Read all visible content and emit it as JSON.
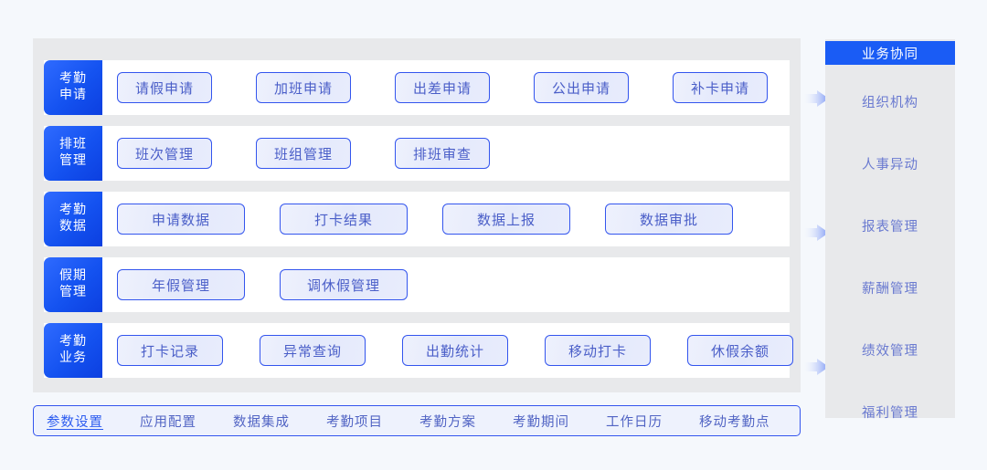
{
  "colors": {
    "page_background": "#f5f8fc",
    "panel_background": "#e8e9eb",
    "row_background": "#ffffff",
    "accent_blue": "#1a5cf5",
    "tag_gradient_from": "#2f6bff",
    "tag_gradient_to": "#0c3fe0",
    "button_border": "#3355ee",
    "button_text": "#4a5ec8",
    "sidebar_text": "#6a7ad0"
  },
  "main_panel": {
    "rows": [
      {
        "category_line1": "考勤",
        "category_line2": "申请",
        "items": [
          "请假申请",
          "加班申请",
          "出差申请",
          "公出申请",
          "补卡申请"
        ]
      },
      {
        "category_line1": "排班",
        "category_line2": "管理",
        "items": [
          "班次管理",
          "班组管理",
          "排班审查"
        ]
      },
      {
        "category_line1": "考勤",
        "category_line2": "数据",
        "items": [
          "申请数据",
          "打卡结果",
          "数据上报",
          "数据审批"
        ]
      },
      {
        "category_line1": "假期",
        "category_line2": "管理",
        "items": [
          "年假管理",
          "调休假管理"
        ]
      },
      {
        "category_line1": "考勤",
        "category_line2": "业务",
        "items": [
          "打卡记录",
          "异常查询",
          "出勤统计",
          "移动打卡",
          "休假余额"
        ]
      }
    ]
  },
  "bottom_bar": {
    "items": [
      {
        "label": "参数设置",
        "active": true
      },
      {
        "label": "应用配置",
        "active": false
      },
      {
        "label": "数据集成",
        "active": false
      },
      {
        "label": "考勤项目",
        "active": false
      },
      {
        "label": "考勤方案",
        "active": false
      },
      {
        "label": "考勤期间",
        "active": false
      },
      {
        "label": "工作日历",
        "active": false
      },
      {
        "label": "移动考勤点",
        "active": false
      }
    ]
  },
  "sidebar": {
    "items": [
      {
        "label": "业务协同",
        "active": true
      },
      {
        "label": "组织机构",
        "active": false
      },
      {
        "label": "人事异动",
        "active": false
      },
      {
        "label": "报表管理",
        "active": false
      },
      {
        "label": "薪酬管理",
        "active": false
      },
      {
        "label": "绩效管理",
        "active": false
      },
      {
        "label": "福利管理",
        "active": false
      }
    ]
  },
  "arrows": {
    "count": 3,
    "icon": "arrow-right-icon"
  }
}
